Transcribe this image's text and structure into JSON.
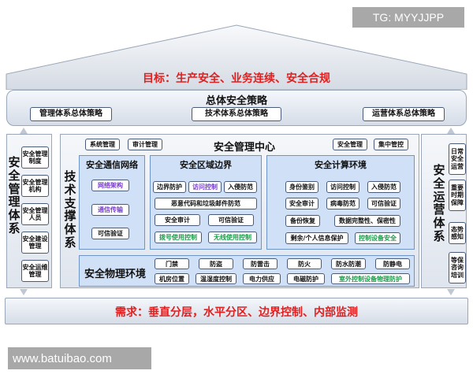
{
  "watermark_top": "TG: MYYJJPP",
  "watermark_bottom": "www.batuibao.com",
  "roof": {
    "goal": "目标：生产安全、业务连续、安全合规"
  },
  "overall": {
    "title": "总体安全策略",
    "items": [
      "管理体系总体策略",
      "技术体系总体策略",
      "运营体系总体策略"
    ]
  },
  "left": {
    "title": "安全管理体系",
    "items": [
      "安全管理制度",
      "安全管理机构",
      "安全管理人员",
      "安全建设管理",
      "安全运维管理"
    ]
  },
  "right": {
    "title": "安全运营体系",
    "items": [
      "日常安全运营",
      "重要时期保障",
      "态势感知",
      "等保咨询培训"
    ]
  },
  "tech": {
    "title": "技术支撑体系"
  },
  "mgmt_center": {
    "title": "安全管理中心",
    "left_items": [
      "系统管理",
      "审计管理"
    ],
    "right_items": [
      "安全管理",
      "集中管控"
    ]
  },
  "comm": {
    "title": "安全通信网络",
    "items": [
      "网络架构",
      "通信传输",
      "可信验证"
    ]
  },
  "area": {
    "title": "安全区域边界",
    "row1": [
      "边界防护",
      "访问控制",
      "入侵防范"
    ],
    "row2": [
      "恶意代码和垃圾邮件防范"
    ],
    "row3": [
      "安全审计",
      "可信验证"
    ],
    "row4": [
      "拨号使用控制",
      "无线使用控制"
    ]
  },
  "compute": {
    "title": "安全计算环境",
    "row1": [
      "身份鉴别",
      "访问控制",
      "入侵防范"
    ],
    "row2": [
      "安全审计",
      "病毒防范",
      "可信验证"
    ],
    "row3": [
      "备份恢复",
      "数据完整性、保密性"
    ],
    "row4": [
      "剩余/个人信息保护",
      "控制设备安全"
    ]
  },
  "physical": {
    "title": "安全物理环境",
    "row1": [
      "门禁",
      "防盗",
      "防雷击",
      "防火",
      "防水防潮",
      "防静电"
    ],
    "row2": [
      "机房位置",
      "温湿度控制",
      "电力供应",
      "电磁防护",
      "室外控制设备物理防护"
    ]
  },
  "foundation": {
    "need": "需求：垂直分层，水平分区、边界控制、内部监测"
  },
  "colors": {
    "red": "#e02020",
    "purple": "#7a3fd0",
    "green": "#1aa04a",
    "blue_panel": "#cfe0f7"
  }
}
